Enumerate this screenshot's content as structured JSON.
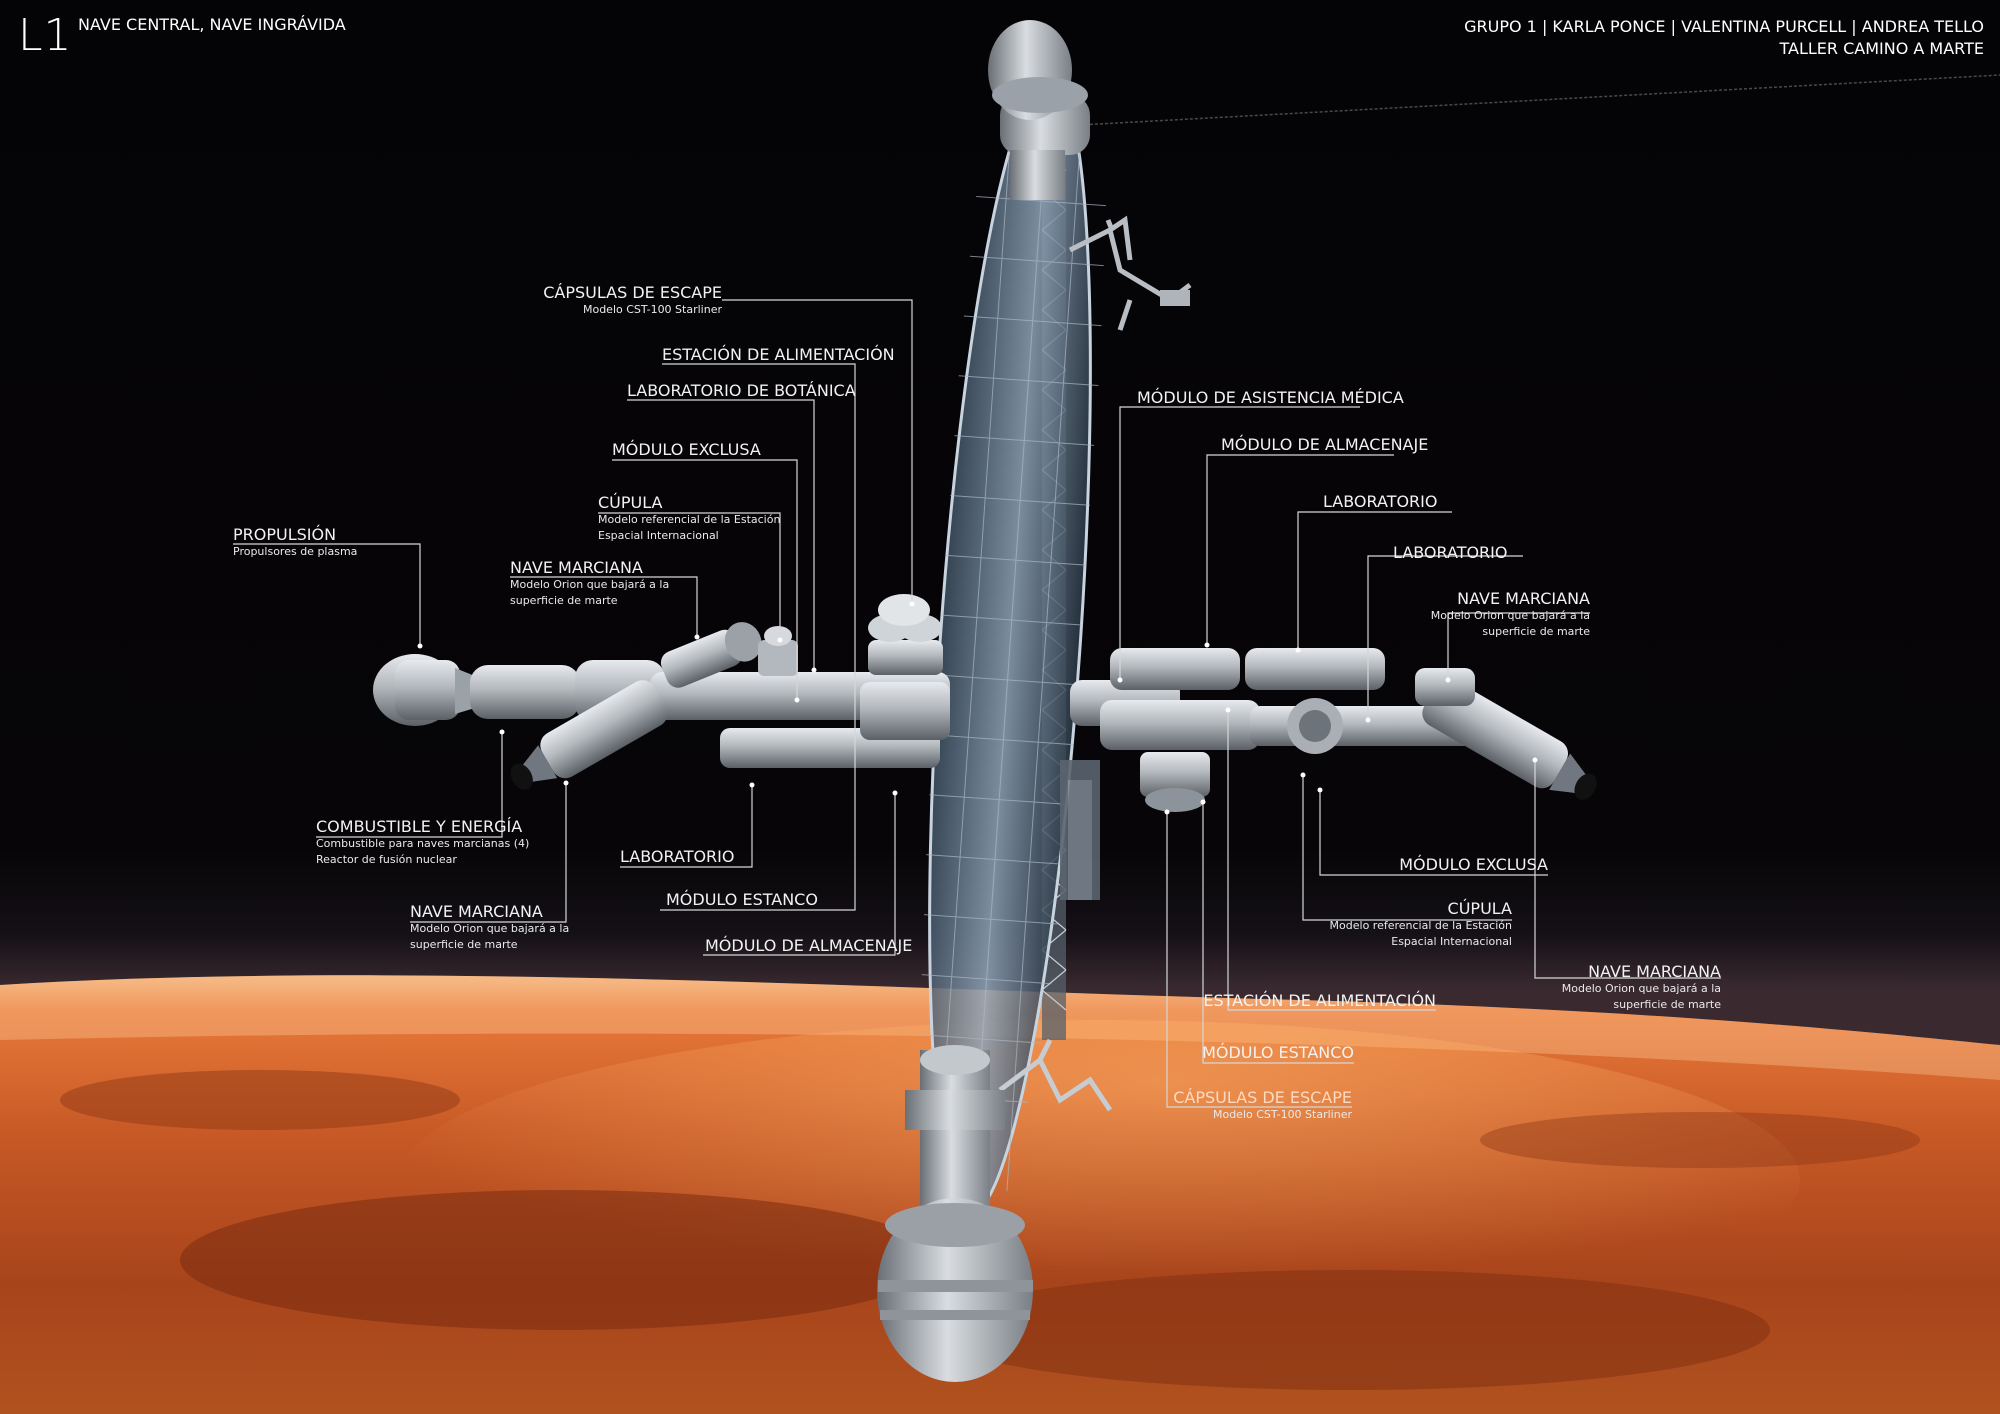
{
  "sheet": {
    "id": "L1",
    "title": "NAVE CENTRAL, NAVE INGRÁVIDA",
    "credits": [
      "GRUPO 1 | KARLA PONCE | VALENTINA PURCELL | ANDREA TELLO",
      "TALLER CAMINO A MARTE"
    ]
  },
  "colors": {
    "space": "#050406",
    "mars_bright": "#f08a3c",
    "mars_dark": "#7a2c10",
    "hull": "#b7bcc1",
    "leader": "#d8d8d8"
  },
  "labels": {
    "left": [
      {
        "title": "CÁPSULAS DE ESCAPE",
        "sub": [
          "Modelo CST-100 Starliner"
        ]
      },
      {
        "title": "ESTACIÓN DE ALIMENTACIÓN",
        "sub": []
      },
      {
        "title": "LABORATORIO DE BOTÁNICA",
        "sub": []
      },
      {
        "title": "MÓDULO EXCLUSA",
        "sub": []
      },
      {
        "title": "CÚPULA",
        "sub": [
          "Modelo referencial de la Estación",
          "Espacial Internacional"
        ]
      },
      {
        "title": "PROPULSIÓN",
        "sub": [
          "Propulsores de plasma"
        ]
      },
      {
        "title": "NAVE MARCIANA",
        "sub": [
          "Modelo Orion que bajará a la",
          "superficie de marte"
        ]
      },
      {
        "title": "COMBUSTIBLE Y ENERGÍA",
        "sub": [
          "Combustible para naves marcianas (4)",
          "Reactor de fusión nuclear"
        ]
      },
      {
        "title": "LABORATORIO",
        "sub": []
      },
      {
        "title": "NAVE MARCIANA",
        "sub": [
          "Modelo Orion que bajará a la",
          "superficie de marte"
        ]
      },
      {
        "title": "MÓDULO ESTANCO",
        "sub": []
      },
      {
        "title": "MÓDULO DE ALMACENAJE",
        "sub": []
      }
    ],
    "right": [
      {
        "title": "MÓDULO DE ASISTENCIA MÉDICA",
        "sub": []
      },
      {
        "title": "MÓDULO DE ALMACENAJE",
        "sub": []
      },
      {
        "title": "LABORATORIO",
        "sub": []
      },
      {
        "title": "LABORATORIO",
        "sub": []
      },
      {
        "title": "NAVE MARCIANA",
        "sub": [
          "Modelo Orion que bajará a la",
          "superficie de marte"
        ]
      },
      {
        "title": "MÓDULO EXCLUSA",
        "sub": []
      },
      {
        "title": "CÚPULA",
        "sub": [
          "Modelo referencial de la Estación",
          "Espacial Internacional"
        ]
      },
      {
        "title": "NAVE MARCIANA",
        "sub": [
          "Modelo Orion que bajará a la",
          "superficie de marte"
        ]
      },
      {
        "title": "ESTACIÓN DE ALIMENTACIÓN",
        "sub": []
      },
      {
        "title": "MÓDULO ESTANCO",
        "sub": []
      },
      {
        "title": "CÁPSULAS DE ESCAPE",
        "sub": [
          "Modelo CST-100 Starliner"
        ]
      }
    ]
  }
}
